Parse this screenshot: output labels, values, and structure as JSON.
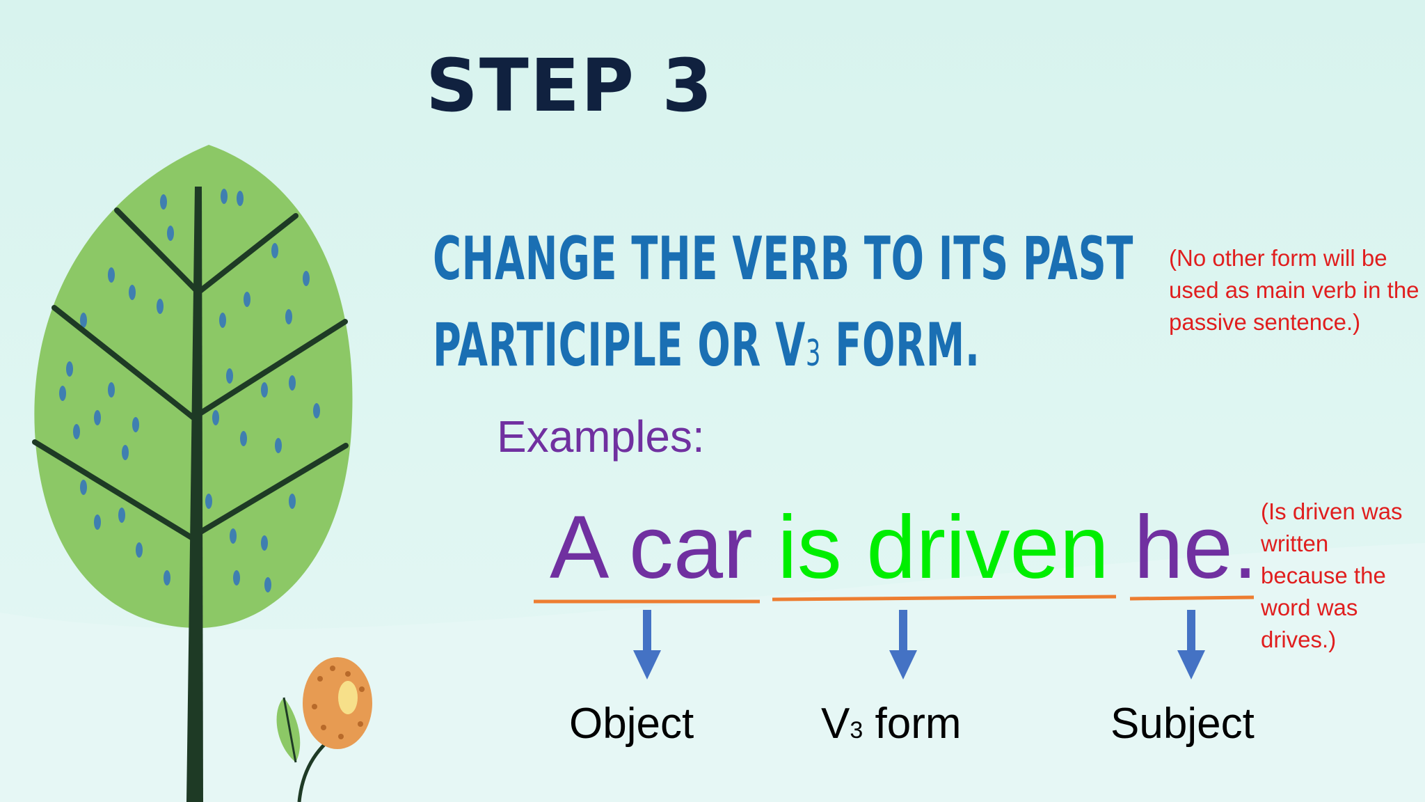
{
  "slide": {
    "title": "STEP 3",
    "instruction": {
      "line1": "CHANGE THE VERB TO ITS PAST",
      "line2_pre": "PARTICIPLE OR V",
      "line2_sub": "3",
      "line2_post": " FORM."
    },
    "note_top": "(No other form will be used as main verb in the passive sentence.)",
    "examples_label": "Examples:",
    "sentence": {
      "object": "A car ",
      "verb": "is driven ",
      "subject": "he."
    },
    "labels": {
      "object": "Object",
      "v3_pre": "V",
      "v3_sub": "3",
      "v3_post": " form",
      "subject": "Subject"
    },
    "note_side": "(Is driven was written because the word was drives.)"
  },
  "colors": {
    "title": "#10213f",
    "instruction": "#1a6fb3",
    "note": "#e01e1e",
    "purple": "#7030a0",
    "green": "#00ee00",
    "underline": "#ed7d31",
    "arrow": "#4472c4",
    "leaf": "#8cc866",
    "trunk": "#1e3a25",
    "flower": "#e79b52"
  },
  "icons": [
    "tree-illustration",
    "flower-illustration",
    "arrow-down-icon"
  ]
}
